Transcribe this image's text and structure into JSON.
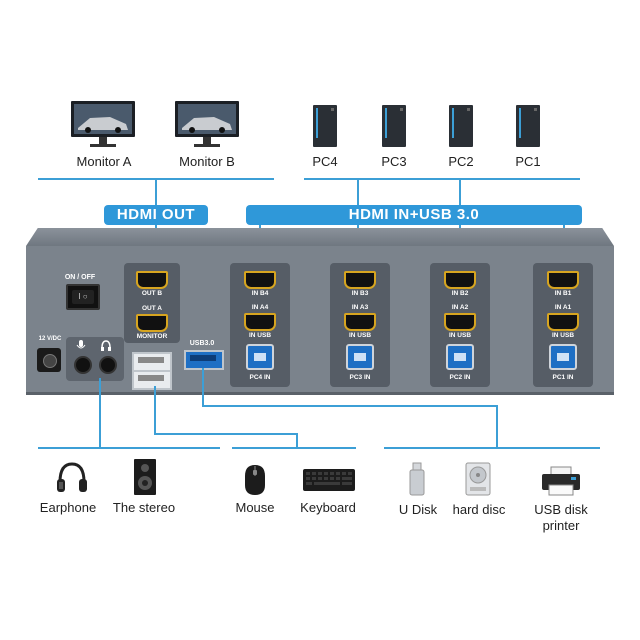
{
  "monitors": [
    {
      "label": "Monitor A"
    },
    {
      "label": "Monitor B"
    }
  ],
  "pcs": [
    {
      "label": "PC4"
    },
    {
      "label": "PC3"
    },
    {
      "label": "PC2"
    },
    {
      "label": "PC1"
    }
  ],
  "headers": {
    "hdmi_out": "HDMI OUT",
    "hdmi_in_usb": "HDMI IN+USB 3.0"
  },
  "panel": {
    "power_label": "ON / OFF",
    "dc_label": "12 V/DC",
    "out_b": "OUT B",
    "out_a": "OUT A",
    "monitor": "MONITOR",
    "usb30": "USB3.0",
    "groups": [
      {
        "top": "IN B4",
        "mid": "IN A4",
        "usb": "IN USB",
        "bottom": "PC4 IN"
      },
      {
        "top": "IN B3",
        "mid": "IN A3",
        "usb": "IN USB",
        "bottom": "PC3 IN"
      },
      {
        "top": "IN B2",
        "mid": "IN A2",
        "usb": "IN USB",
        "bottom": "PC2 IN"
      },
      {
        "top": "IN B1",
        "mid": "IN A1",
        "usb": "IN USB",
        "bottom": "PC1 IN"
      }
    ]
  },
  "peripherals": {
    "earphone": "Earphone",
    "stereo": "The stereo",
    "mouse": "Mouse",
    "keyboard": "Keyboard",
    "udisk": "U Disk",
    "harddisc": "hard disc",
    "usbdisk": "USB disk",
    "printer": "printer"
  },
  "colors": {
    "accent": "#2f98d9",
    "panel": "#565d66",
    "hdmi_gold": "#d7a520",
    "usb_blue": "#1e6fc4"
  }
}
